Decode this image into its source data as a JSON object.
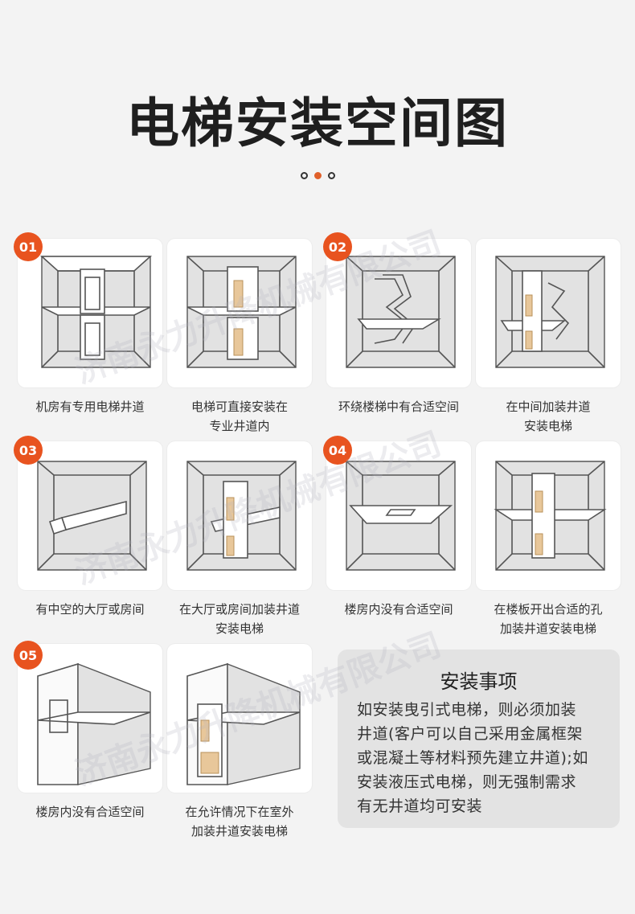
{
  "title": "电梯安装空间图",
  "badges": [
    "01",
    "02",
    "03",
    "04",
    "05"
  ],
  "captions": {
    "c1": "机房有专用电梯井道",
    "c2a": "电梯可直接安装在",
    "c2b": "专业井道内",
    "c3": "环绕楼梯中有合适空间",
    "c4a": "在中间加装井道",
    "c4b": "安装电梯",
    "c5": "有中空的大厅或房间",
    "c6a": "在大厅或房间加装井道",
    "c6b": "安装电梯",
    "c7": "楼房内没有合适空间",
    "c8a": "在楼板开出合适的孔",
    "c8b": "加装井道安装电梯",
    "c9": "楼房内没有合适空间",
    "c10a": "在允许情况下在室外",
    "c10b": "加装井道安装电梯"
  },
  "notes": {
    "title": "安装事项",
    "lines": [
      "如安装曳引式电梯，则必须加装",
      "井道(客户可以自己采用金属框架",
      "或混凝土等材料预先建立井道);如",
      "安装液压式电梯，则无强制需求",
      "有无井道均可安装"
    ]
  },
  "watermark": "济南永力升降机械有限公司",
  "colors": {
    "accent": "#e8531f",
    "door": "#e8c79a"
  }
}
